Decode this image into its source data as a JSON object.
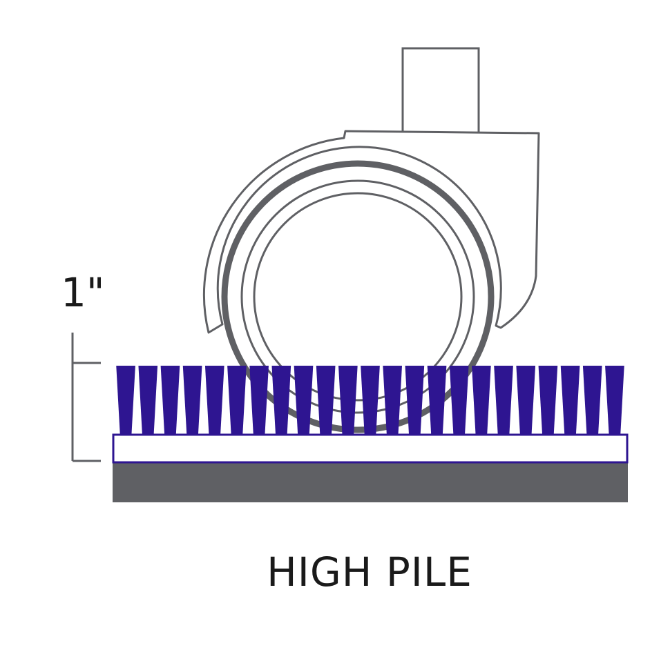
{
  "diagram": {
    "caption": "HIGH PILE",
    "dimension_label": "1\"",
    "colors": {
      "bristle": "#2e1591",
      "outline": "#5f6064",
      "base": "#5f6064",
      "backing": "#ffffff",
      "backing_border": "#2e1591",
      "caster_fill": "#ffffff"
    },
    "bristle_count": 23
  }
}
